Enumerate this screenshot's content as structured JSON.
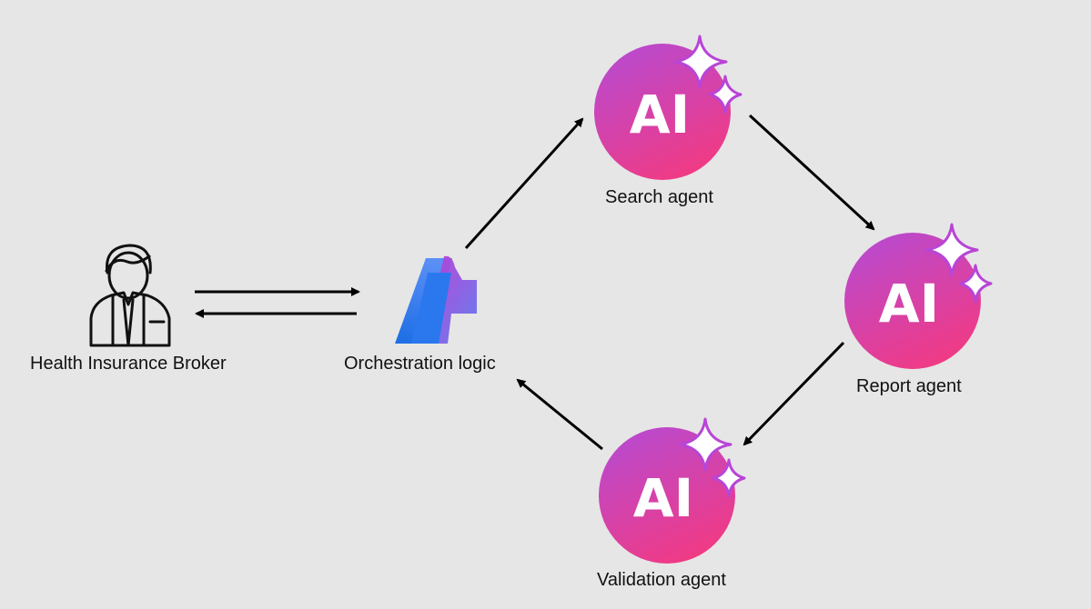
{
  "nodes": {
    "broker": {
      "label": "Health Insurance Broker",
      "icon": "person-with-tie-icon"
    },
    "orchestration": {
      "label": "Orchestration logic",
      "icon": "orchestration-logo-icon"
    },
    "search_agent": {
      "label": "Search agent",
      "badge": "AI",
      "icon": "sparkle-icon"
    },
    "report_agent": {
      "label": "Report agent",
      "badge": "AI",
      "icon": "sparkle-icon"
    },
    "validation_agent": {
      "label": "Validation agent",
      "badge": "AI",
      "icon": "sparkle-icon"
    }
  },
  "colors": {
    "background": "#e6e6e6",
    "ai_gradient_top": "#b84ad0",
    "ai_gradient_bottom": "#f23a82",
    "sparkle_stroke": "#b845d6",
    "arrow": "#000000",
    "logo_blue": "#2f7cf0",
    "logo_purple": "#b83fd0"
  }
}
